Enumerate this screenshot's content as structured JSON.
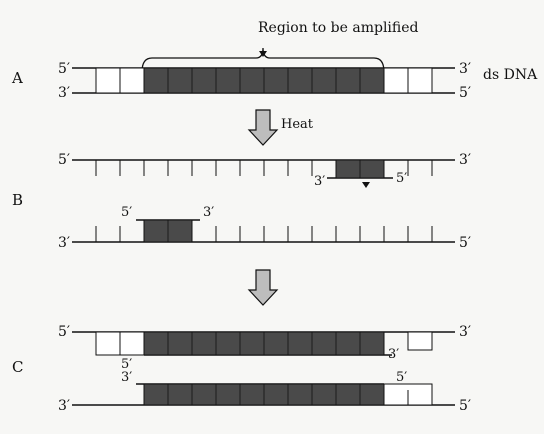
{
  "title": "Region to be amplified",
  "double_strand_label": "ds DNA",
  "step_arrow_label": "Heat",
  "panels": {
    "a": "A",
    "b": "B",
    "c": "C"
  },
  "ends": {
    "five": "5′",
    "three": "3′"
  },
  "colors": {
    "ink": "#111111",
    "segment_fill": "#4a4a4a",
    "arrow_fill": "#bdbdbd",
    "background": "#f7f7f5"
  }
}
